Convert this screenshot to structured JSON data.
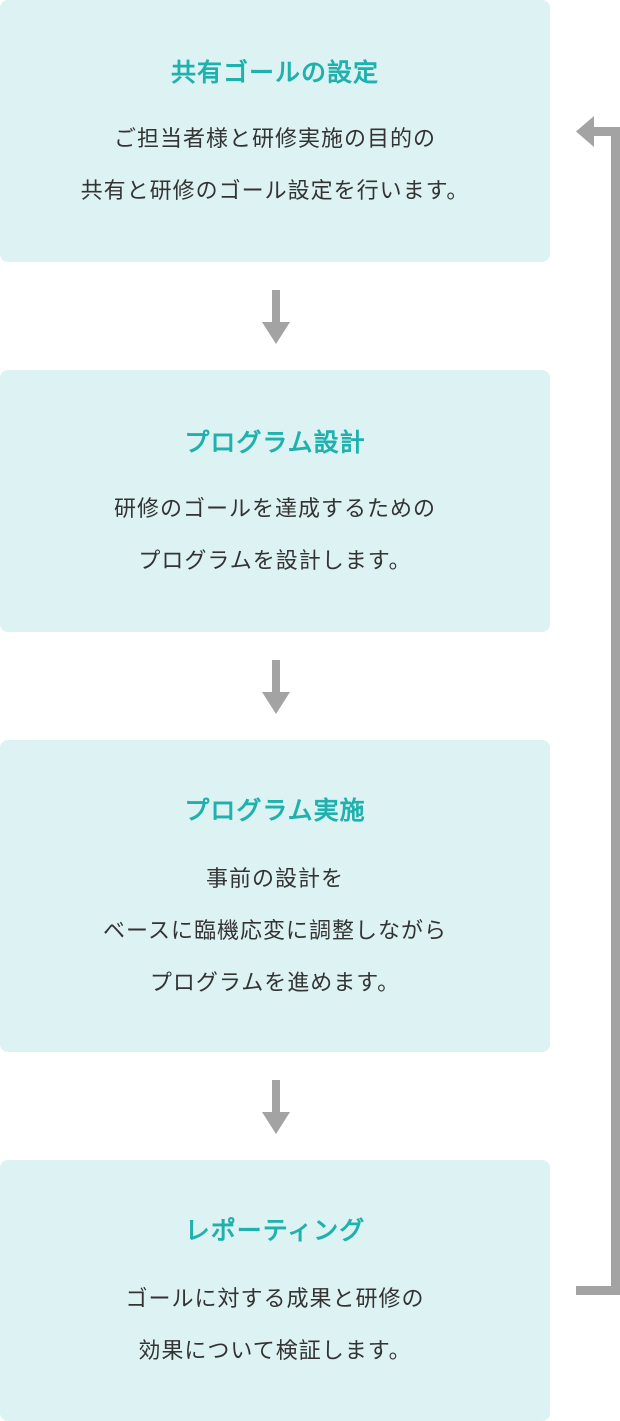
{
  "steps": [
    {
      "title": "共有ゴールの設定",
      "lines": [
        "ご担当者様と研修実施の目的の",
        "共有と研修のゴール設定を行います。"
      ]
    },
    {
      "title": "プログラム設計",
      "lines": [
        "研修のゴールを達成するための",
        "プログラムを設計します。"
      ]
    },
    {
      "title": "プログラム実施",
      "lines": [
        "事前の設計を",
        "ベースに臨機応変に調整しながら",
        "プログラムを進めます。"
      ]
    },
    {
      "title": "レポーティング",
      "lines": [
        "ゴールに対する成果と研修の",
        "効果について検証します。"
      ]
    }
  ],
  "colors": {
    "card_bg": "#ddf2f2",
    "title": "#1fb1ad",
    "text": "#333333",
    "arrow": "#a3a3a3"
  },
  "icons": {
    "step_arrow": "arrow-down-icon",
    "loop_arrow": "loop-back-arrow-icon"
  }
}
